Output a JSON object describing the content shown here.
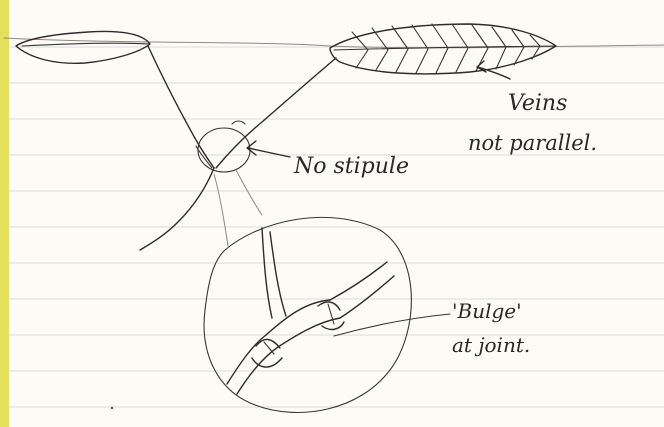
{
  "annotations": {
    "veins_line1": "Veins",
    "veins_line2": "not parallel.",
    "no_stipule": "No stipule",
    "bulge_line1": "'Bulge'",
    "bulge_line2": "at joint."
  },
  "colors": {
    "paper": "#fcfbf6",
    "ruled_lines": "#d9dde3",
    "ink": "#2f2a2a",
    "margin_strip": "#e4e05c"
  }
}
